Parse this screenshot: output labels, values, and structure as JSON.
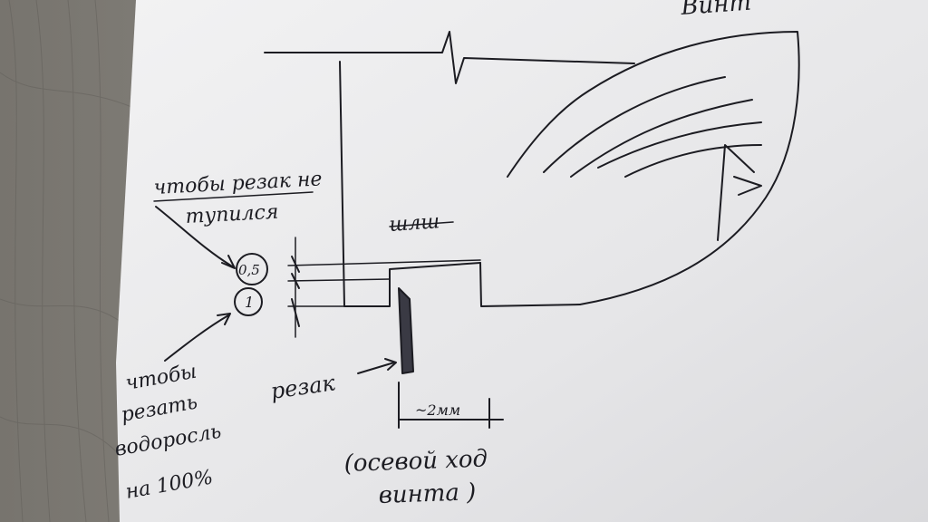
{
  "photo": {
    "subject": "hand-drawn sketch on paper",
    "colors": {
      "table": "#8a8680",
      "paper": "#e9e9ea",
      "ink": "#1c1c22"
    }
  },
  "labels": {
    "top_right": "Винт",
    "note_top_line1": "чтобы резак не",
    "note_top_line2": "тупился",
    "dim_small": "0,5",
    "dim_large": "1",
    "scribble": "шлш",
    "cutter": "резак",
    "note_bottom_line1": "чтобы",
    "note_bottom_line2": "резать",
    "note_bottom_line3": "водоросль",
    "note_bottom_line4": "на 100%",
    "gap": "~2мм",
    "axial_line1": "(осевой ход",
    "axial_line2": "винта )"
  }
}
